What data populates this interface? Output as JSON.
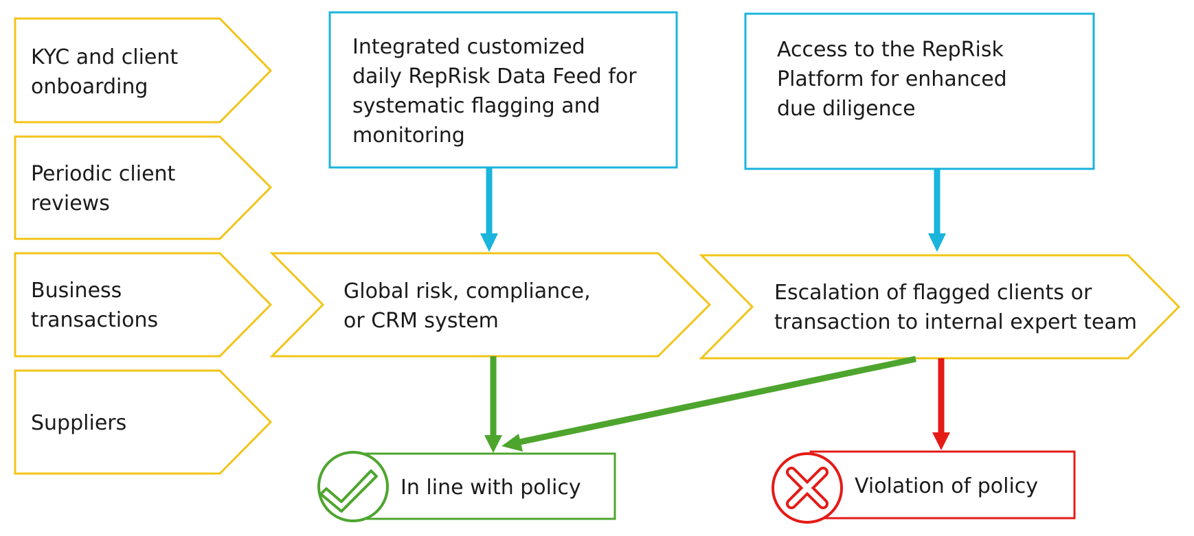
{
  "sources": {
    "kyc": [
      "KYC and client",
      "onboarding"
    ],
    "periodic": [
      "Periodic client",
      "reviews"
    ],
    "business": [
      "Business",
      "transactions"
    ],
    "suppliers": [
      "Suppliers"
    ]
  },
  "data_feed": [
    "Integrated customized",
    "daily RepRisk Data Feed for",
    "systematic flagging and",
    "monitoring"
  ],
  "platform_access": [
    "Access to the RepRisk",
    "Platform for enhanced",
    "due diligence"
  ],
  "global_system": [
    "Global risk, compliance,",
    "or CRM system"
  ],
  "escalation": [
    "Escalation of flagged clients or",
    "transaction to internal expert team"
  ],
  "outcomes": {
    "in_line": "In line with policy",
    "violation": "Violation of policy"
  },
  "colors": {
    "yellow": "#f2c418",
    "blue": "#1ab4dc",
    "green": "#4ea52e",
    "red": "#e41b17",
    "text": "#1a1a1a"
  }
}
